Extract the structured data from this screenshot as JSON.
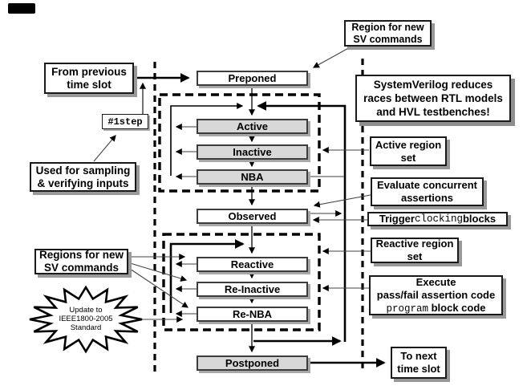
{
  "flow": {
    "boxes": [
      {
        "label": "Preponed",
        "fill": "white"
      },
      {
        "label": "Active",
        "fill": "gray"
      },
      {
        "label": "Inactive",
        "fill": "gray"
      },
      {
        "label": "NBA",
        "fill": "gray"
      },
      {
        "label": "Observed",
        "fill": "white"
      },
      {
        "label": "Reactive",
        "fill": "white"
      },
      {
        "label": "Re-Inactive",
        "fill": "white"
      },
      {
        "label": "Re-NBA",
        "fill": "white"
      },
      {
        "label": "Postponed",
        "fill": "gray"
      }
    ]
  },
  "callouts": {
    "from_previous": "From previous\ntime slot",
    "one_step": "#1step",
    "used_for_sampling": "Used for sampling\n& verifying inputs",
    "region_new_top": "Region for new\nSV commands",
    "sv_reduces": "SystemVerilog reduces\nraces between RTL models\nand HVL testbenches!",
    "active_region_set": "Active region\nset",
    "evaluate_assertions": "Evaluate concurrent\nassertions",
    "trigger": {
      "prefix": "Trigger ",
      "code": "clocking",
      "suffix": " blocks"
    },
    "reactive_region_set": "Reactive region\nset",
    "execute": {
      "line1": "Execute",
      "line2": "pass/fail assertion code",
      "code": "program",
      "line3_rest": " block code"
    },
    "regions_new_left": "Regions for new\nSV commands",
    "starburst": "Update to\nIEEE1800-2005\nStandard",
    "to_next": "To next\ntime slot"
  },
  "colors": {
    "region_fill_gray": "#d8d8d8",
    "region_fill_white": "#ffffff",
    "line": "#000000",
    "shadow": "#999999"
  }
}
